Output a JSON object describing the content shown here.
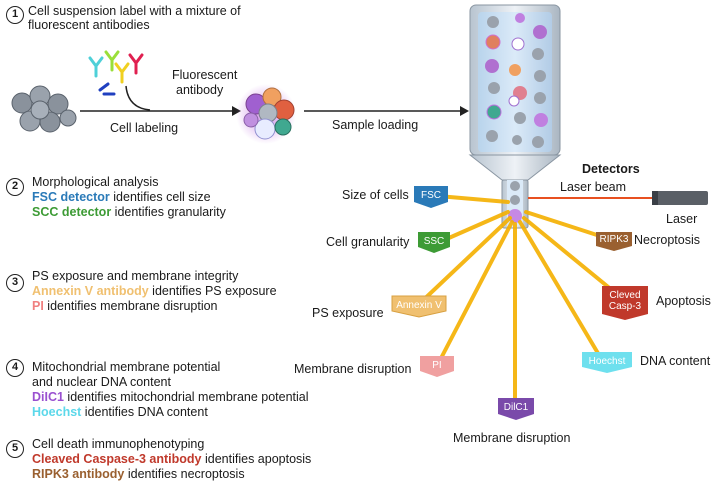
{
  "steps": [
    {
      "num": "1",
      "lines": [
        "Cell suspension label with a mixture of",
        "fluorescent antibodies"
      ]
    },
    {
      "num": "2",
      "title": "Morphological analysis",
      "lines": [
        {
          "hl": "FSC detector",
          "rest": " identifies cell size"
        },
        {
          "hl": "SCC detector",
          "rest": " identifies granularity"
        }
      ]
    },
    {
      "num": "3",
      "title": "PS exposure and membrane integrity",
      "lines": [
        {
          "hl": "Annexin V antibody",
          "rest": " identifies PS exposure"
        },
        {
          "hl": "PI",
          "rest": " identifies membrane disruption"
        }
      ]
    },
    {
      "num": "4",
      "title": "Mitochondrial membrane potential",
      "title2": "and nuclear DNA content",
      "lines": [
        {
          "hl": "DiIC1",
          "rest": " identifies mitochondrial membrane potential"
        },
        {
          "hl": "Hoechst",
          "rest": " identifies DNA content"
        }
      ]
    },
    {
      "num": "5",
      "title": "Cell death immunophenotyping",
      "lines": [
        {
          "hl": "Cleaved Caspase-3 antibody",
          "rest": " identifies apoptosis"
        },
        {
          "hl": "RIPK3 antibody",
          "rest": " identifies necroptosis"
        }
      ]
    }
  ],
  "flow": {
    "fluorescent_antibody": [
      "Fluorescent",
      "antibody"
    ],
    "cell_labeling": "Cell labeling",
    "sample_loading": "Sample loading"
  },
  "detectors": {
    "title": "Detectors",
    "laser_beam": "Laser beam",
    "laser": "Laser",
    "items": [
      {
        "tag": "FSC",
        "label": "Size of cells"
      },
      {
        "tag": "SSC",
        "label": "Cell granularity"
      },
      {
        "tag": "Annexin V",
        "label": "PS exposure"
      },
      {
        "tag": "PI",
        "label": "Membrane disruption"
      },
      {
        "tag": "DilC1",
        "label": "Membrane disruption"
      },
      {
        "tag": "Hoechst",
        "label": "DNA content"
      },
      {
        "tag": "Cleved Casp-3",
        "label": "Apoptosis"
      },
      {
        "tag": "RIPK3",
        "label": "Necroptosis"
      }
    ]
  },
  "colors": {
    "fsc": "#2a7ab8",
    "ssc": "#3d9b35",
    "annexin": "#f0c070",
    "pi": "#f0a0a0",
    "dilc1": "#7a4aaa",
    "hoechst": "#6ee0ee",
    "casp3": "#c0392b",
    "ripk3": "#9a6030",
    "beam": "#f5b000"
  }
}
